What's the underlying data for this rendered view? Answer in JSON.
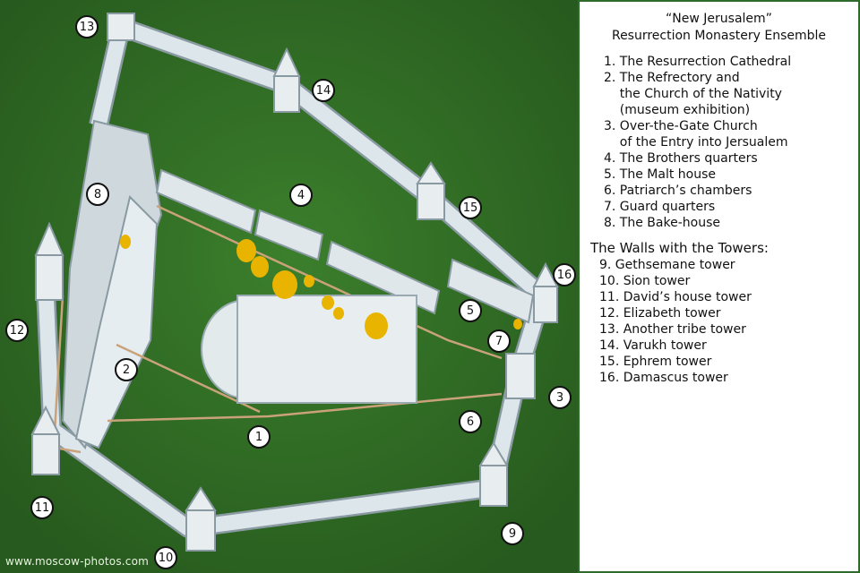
{
  "legend": {
    "title_line1": "“New Jerusalem”",
    "title_line2": "Resurrection Monastery Ensemble",
    "buildings": [
      "1. The Resurrection Cathedral",
      "2. The Refrectory and",
      "    the Church of the Nativity",
      "    (museum exhibition)",
      "3. Over-the-Gate Church",
      "    of the Entry into Jersualem",
      "4. The Brothers quarters",
      "5. The Malt house",
      "6. Patriarch’s chambers",
      "7. Guard quarters",
      "8. The Bake-house"
    ],
    "walls_heading": "The Walls with the Towers:",
    "towers": [
      "9. Gethsemane tower",
      "10. Sion tower",
      "11. David’s house tower",
      "12. Elizabeth tower",
      "13. Another tribe tower",
      "14. Varukh tower",
      "15. Ephrem tower",
      "16. Damascus tower"
    ]
  },
  "map": {
    "markers": [
      "1",
      "2",
      "3",
      "4",
      "5",
      "6",
      "7",
      "8",
      "9",
      "10",
      "11",
      "12",
      "13",
      "14",
      "15",
      "16"
    ],
    "watermark": "www.moscow-photos.com",
    "colors": {
      "grass": "#2f6b24",
      "wall": "#dde6ea",
      "wall_shadow": "#9fb0b8",
      "dome_gold": "#e8b400",
      "path": "#c9a27a",
      "panel_border": "#2e6b2a"
    }
  }
}
